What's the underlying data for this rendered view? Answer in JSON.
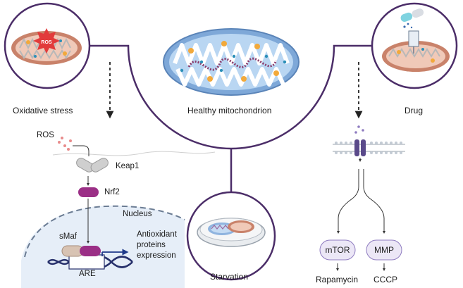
{
  "labels": {
    "oxidative_stress": "Oxidative stress",
    "healthy": "Healthy mitochondrion",
    "drug": "Drug",
    "starvation": "Starvation",
    "ros_badge": "ROS",
    "ros": "ROS",
    "keap1": "Keap1",
    "nrf2": "Nrf2",
    "nucleus": "Nucleus",
    "smaf": "sMaf",
    "antioxidant": [
      "Antioxidant",
      "proteins",
      "expression"
    ],
    "are": "ARE",
    "mtor": "mTOR",
    "mmp": "MMP",
    "rapamycin": "Rapamycin",
    "cccp": "CCCP"
  },
  "colors": {
    "frame": "#4b2d68",
    "mito_outer": "#7ea8d8",
    "mito_inner": "#b9d6f2",
    "mito_dmg_outer": "#c9826a",
    "mito_dmg_inner": "#f0c9b8",
    "ros_red": "#e23b3b",
    "nrf2": "#9b2f86",
    "keap1": "#cfcfcf",
    "nucleus": "#e6eef8",
    "dna": "#27306b",
    "smaf": "#d8c3b3"
  }
}
